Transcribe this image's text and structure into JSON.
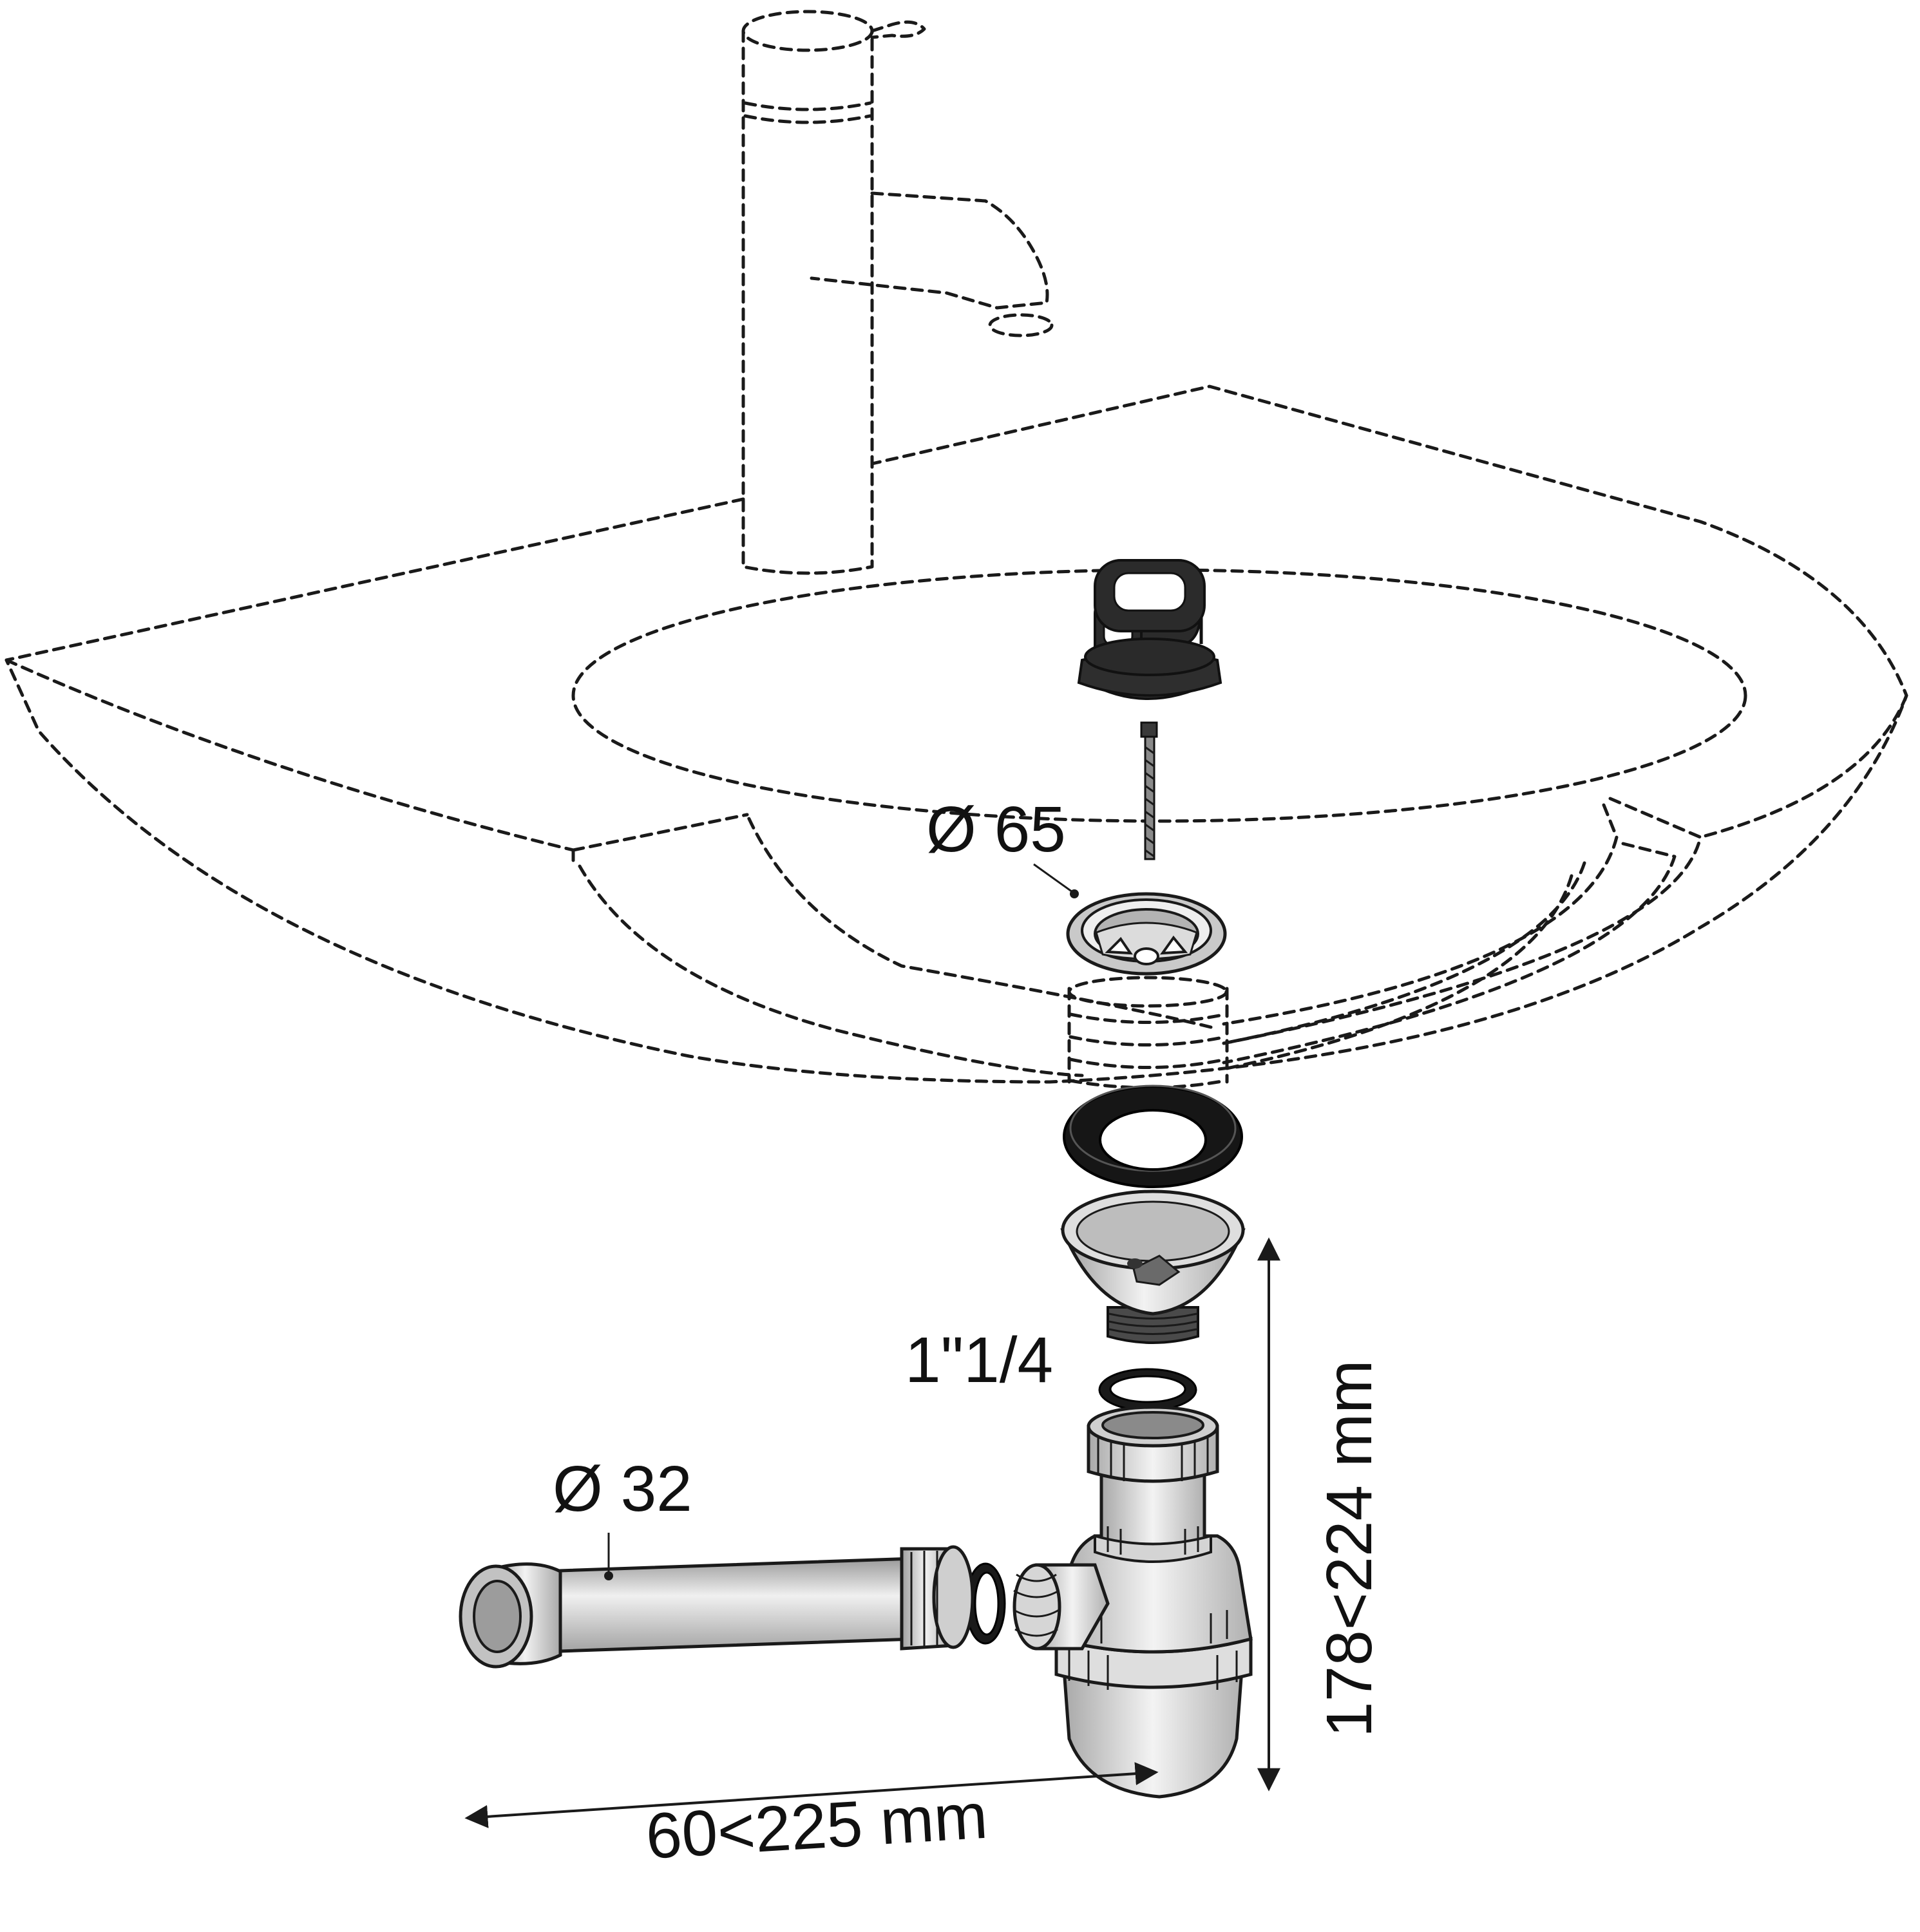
{
  "labels": {
    "drain_diameter": "Ø 65",
    "thread_size": "1\"1/4",
    "pipe_diameter": "Ø 32",
    "width_range": "60<225 mm",
    "height_range": "178<224 mm"
  },
  "colors": {
    "outline": "#1a1a1a",
    "stopper": "#2b2b2b",
    "gasket": "#141414",
    "metal_light": "#e2e2e2",
    "metal_mid": "#bdbdbd",
    "plastic": "#e6e6e6"
  }
}
